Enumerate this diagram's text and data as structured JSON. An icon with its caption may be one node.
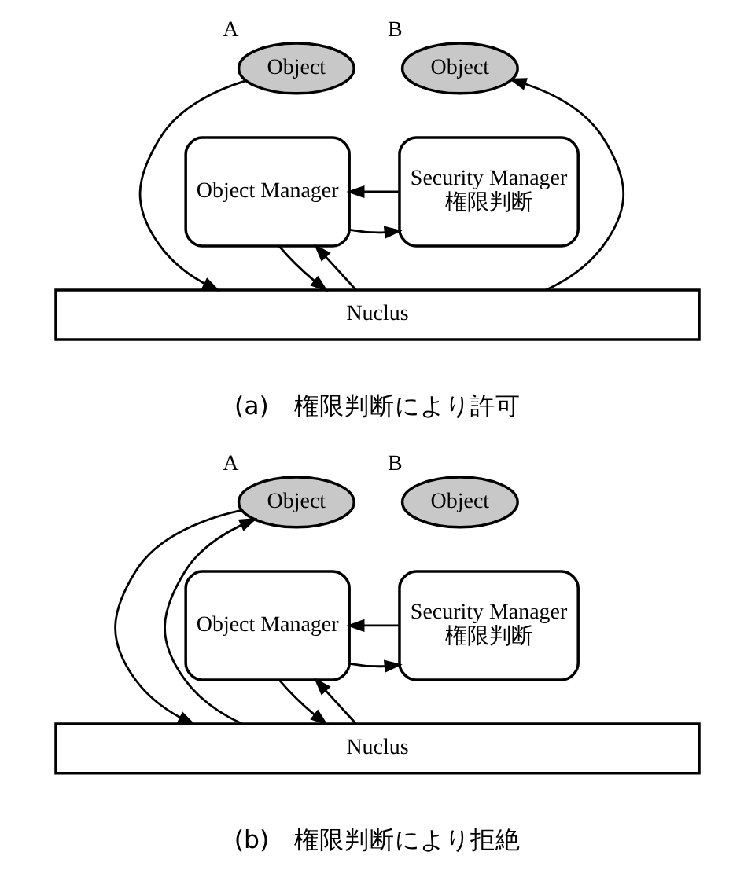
{
  "diagram": {
    "nodes": [
      {
        "text": [
          "Object"
        ],
        "beside": [
          "A"
        ]
      },
      {
        "text": [
          "Object"
        ],
        "beside": [
          "B"
        ]
      },
      {
        "text": [
          "Object Manager"
        ]
      },
      {
        "text": [
          "Security Manager",
          "権限判断"
        ]
      },
      {
        "text": [
          "Nuclus"
        ]
      },
      {
        "text": [
          "Object"
        ],
        "beside": [
          "A"
        ]
      },
      {
        "text": [
          "Object"
        ],
        "beside": [
          "B"
        ]
      },
      {
        "text": [
          "Object Manager"
        ]
      },
      {
        "text": [
          "Security Manager",
          "権限判断"
        ]
      },
      {
        "text": [
          "Nuclus"
        ]
      }
    ],
    "edges": [
      {
        "from": 0,
        "to": 4,
        "arrow": "to"
      },
      {
        "from": 4,
        "to": 2,
        "arrow": "to"
      },
      {
        "from": 2,
        "to": 4,
        "arrow": "to"
      },
      {
        "from": 4,
        "to": 1,
        "arrow": "to"
      },
      {
        "from": 2,
        "to": 3,
        "arrow": "to"
      },
      {
        "from": 3,
        "to": 2,
        "arrow": "to"
      },
      {
        "from": 5,
        "to": 9,
        "arrow": "to"
      },
      {
        "from": 9,
        "to": 5,
        "arrow": "to"
      },
      {
        "from": 9,
        "to": 7,
        "arrow": "to"
      },
      {
        "from": 7,
        "to": 9,
        "arrow": "to"
      },
      {
        "from": 7,
        "to": 8,
        "arrow": "to"
      },
      {
        "from": 8,
        "to": 7,
        "arrow": "to"
      }
    ],
    "labels": [
      "(a)　権限判断により許可",
      "(b)　権限判断により拒絶"
    ]
  }
}
